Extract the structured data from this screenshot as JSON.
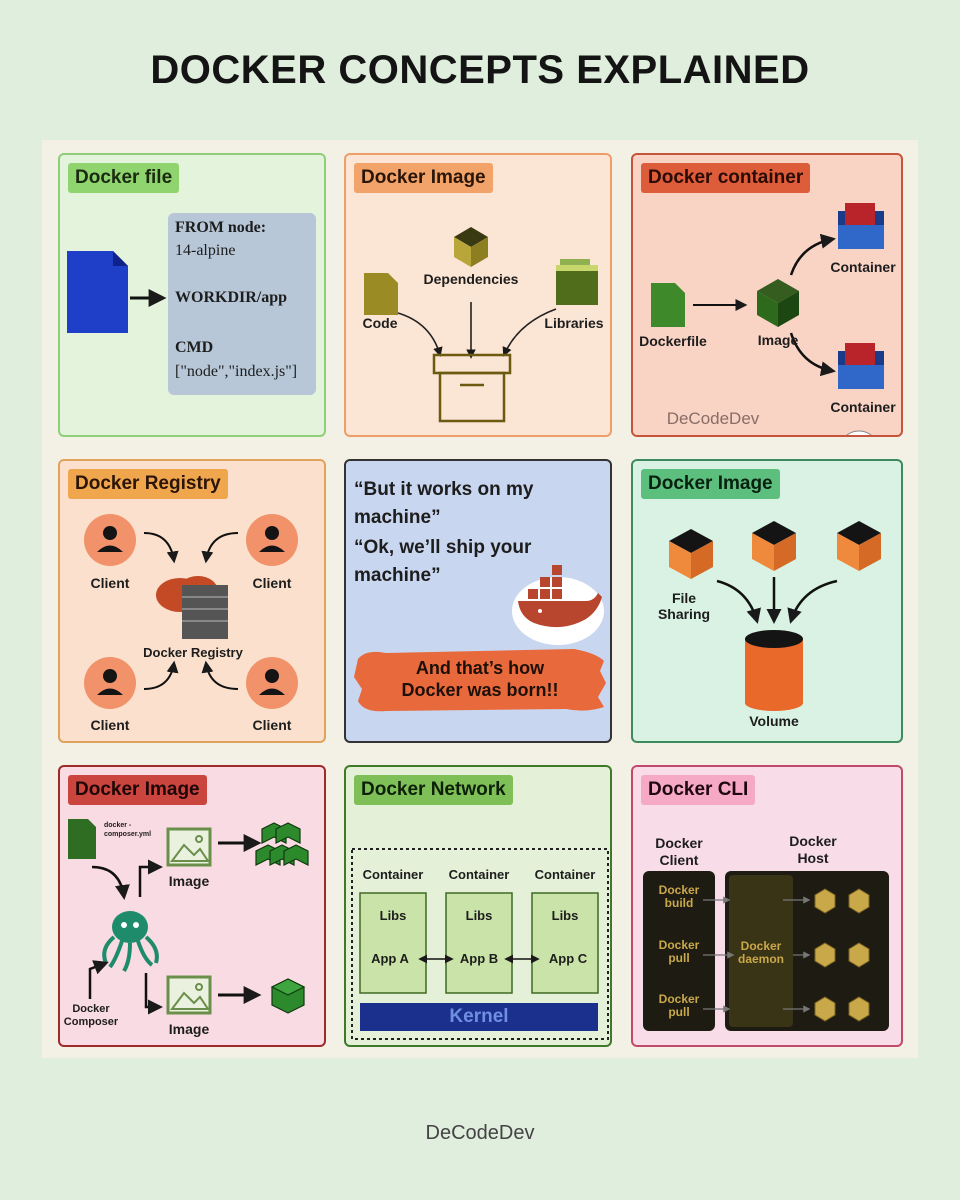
{
  "title": "DOCKER CONCEPTS EXPLAINED",
  "footer": "DeCodeDev",
  "colors": {
    "background": "#dfeedd",
    "docker_blue": "#1e4fa8",
    "orange": "#e67a2e",
    "green": "#3a7a27"
  },
  "panels": {
    "dockerfile": {
      "tag": "Docker file",
      "code_line1": "FROM node:",
      "code_line2": "14-alpine",
      "code_line3": "WORKDIR/app",
      "code_line4": "CMD",
      "code_line5": "[\"node\",\"index.js\"]",
      "icon": "file-icon"
    },
    "image1": {
      "tag": "Docker Image",
      "dependencies": "Dependencies",
      "code": "Code",
      "libraries": "Libraries",
      "icon": "box-icon"
    },
    "container": {
      "tag": "Docker container",
      "container_top": "Container",
      "container_bottom": "Container",
      "dockerfile": "Dockerfile",
      "image": "Image",
      "watermark": "DeCodeDev",
      "badge_icon": "coding-show-badge-icon"
    },
    "registry": {
      "tag": "Docker Registry",
      "client1": "Client",
      "client2": "Client",
      "client3": "Client",
      "client4": "Client",
      "center": "Docker Registry"
    },
    "quote": {
      "line1": "“But it works on my",
      "line2": "machine”",
      "line3": "“Ok, we’ll ship your",
      "line4": "machine”",
      "banner1": "And that’s how",
      "banner2": "Docker was born!!",
      "icon": "docker-whale-icon"
    },
    "image2": {
      "tag": "Docker Image",
      "file_sharing_1": "File",
      "file_sharing_2": "Sharing",
      "volume": "Volume"
    },
    "image3": {
      "tag": "Docker Image",
      "file_caption_1": "docker -",
      "file_caption_2": "composer.yml",
      "image_top": "Image",
      "image_bottom": "Image",
      "composer_1": "Docker",
      "composer_2": "Composer",
      "icon": "octopus-icon"
    },
    "network": {
      "tag": "Docker Network",
      "containers": [
        {
          "title": "Container",
          "libs": "Libs",
          "app": "App A"
        },
        {
          "title": "Container",
          "libs": "Libs",
          "app": "App B"
        },
        {
          "title": "Container",
          "libs": "Libs",
          "app": "App C"
        }
      ],
      "kernel": "Kernel"
    },
    "cli": {
      "tag": "Docker CLI",
      "client_1": "Docker",
      "client_2": "Client",
      "host_1": "Docker",
      "host_2": "Host",
      "cmd1_a": "Docker",
      "cmd1_b": "build",
      "cmd2_a": "Docker",
      "cmd2_b": "pull",
      "cmd3_a": "Docker",
      "cmd3_b": "pull",
      "daemon_a": "Docker",
      "daemon_b": "daemon"
    }
  }
}
